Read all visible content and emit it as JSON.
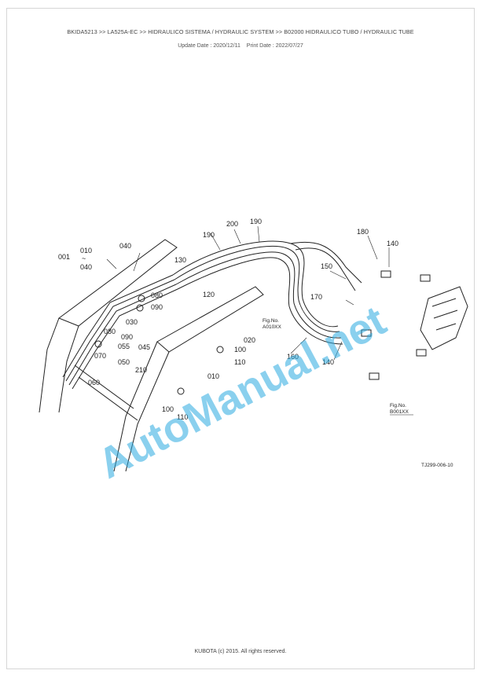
{
  "header": {
    "breadcrumb": "BKIDA5213 >> LA525A-EC >> HIDRAULICO SISTEMA / HYDRAULIC SYSTEM >> B02000   HIDRAULICO TUBO / HYDRAULIC TUBE",
    "update_date": "Update Date : 2020/12/11",
    "print_date": "Print Date : 2022/07/27"
  },
  "diagram": {
    "part_labels": {
      "p001": "001",
      "p010": "010",
      "p040a": "040",
      "p040b": "040",
      "p130": "130",
      "p080a": "080",
      "p090a": "090",
      "p120": "120",
      "p030": "030",
      "p190a": "190",
      "p200": "200",
      "p190b": "190",
      "p180": "180",
      "p140a": "140",
      "p150": "150",
      "p170": "170",
      "p080b": "080",
      "p090b": "090",
      "p055": "055",
      "p045": "045",
      "p070": "070",
      "p050": "050",
      "p210": "210",
      "p060": "060",
      "p020": "020",
      "p100a": "100",
      "p110a": "110",
      "p010b": "010",
      "p160": "160",
      "p140b": "140",
      "p100b": "100",
      "p110b": "110"
    },
    "fig_ref_1": "Fig.No.",
    "fig_ref_1_code": "A010XX",
    "fig_ref_2": "Fig.No.",
    "fig_ref_2_code": "B001XX",
    "drawing_code": "TJ299-006-10",
    "tilde": "~",
    "watermark": "AutoManual.net"
  },
  "footer": {
    "copyright": "KUBOTA (c) 2015. All rights reserved."
  },
  "colors": {
    "watermark": "#29a9e0",
    "line": "#222222"
  }
}
